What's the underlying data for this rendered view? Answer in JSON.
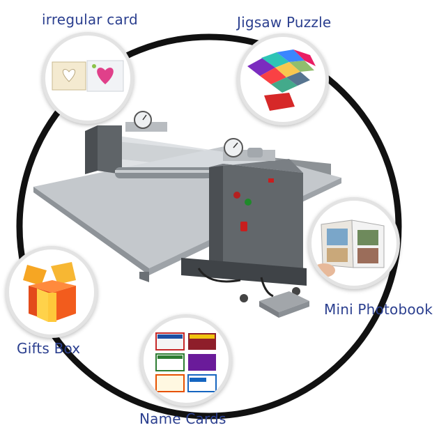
{
  "products": {
    "irregular_card": "irregular card",
    "jigsaw_puzzle": "Jigsaw Puzzle",
    "mini_photobook": "Mini Photobook",
    "gifts_box": "Gifts Box",
    "name_cards": "Name Cards"
  },
  "colors": {
    "label": "#2b3f8f",
    "ring": "#111111",
    "machine_body": "#5f6468",
    "machine_table": "#b9bdc1"
  }
}
